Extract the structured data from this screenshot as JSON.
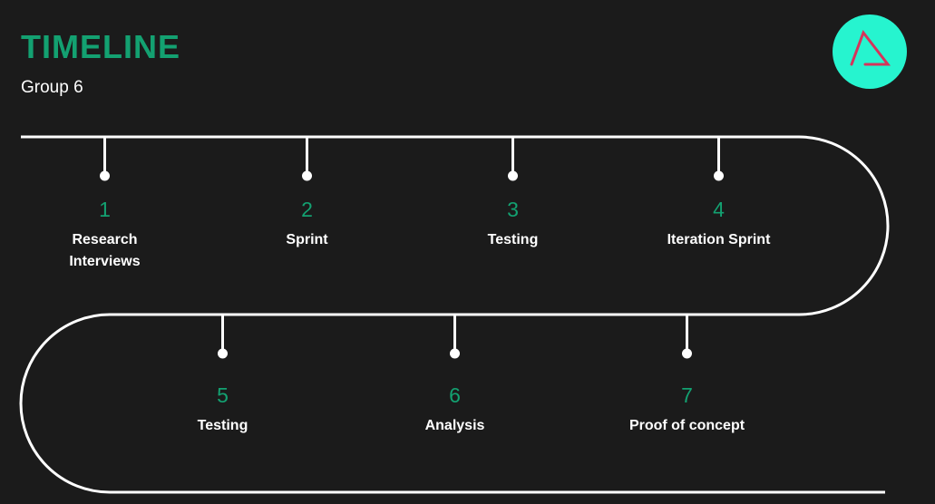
{
  "header": {
    "title": "TIMELINE",
    "subtitle": "Group 6"
  },
  "logo": {
    "icon": "triangle-logo-icon",
    "background_color": "#26f4cf",
    "stroke_color": "#d6345b"
  },
  "colors": {
    "background": "#1b1b1b",
    "accent": "#13a171",
    "line": "#ffffff"
  },
  "steps": [
    {
      "number": "1",
      "label_lines": [
        "Research",
        "Interviews"
      ]
    },
    {
      "number": "2",
      "label_lines": [
        "Sprint"
      ]
    },
    {
      "number": "3",
      "label_lines": [
        "Testing"
      ]
    },
    {
      "number": "4",
      "label_lines": [
        "Iteration Sprint"
      ]
    },
    {
      "number": "5",
      "label_lines": [
        "Testing"
      ]
    },
    {
      "number": "6",
      "label_lines": [
        "Analysis"
      ]
    },
    {
      "number": "7",
      "label_lines": [
        "Proof of concept"
      ]
    }
  ]
}
